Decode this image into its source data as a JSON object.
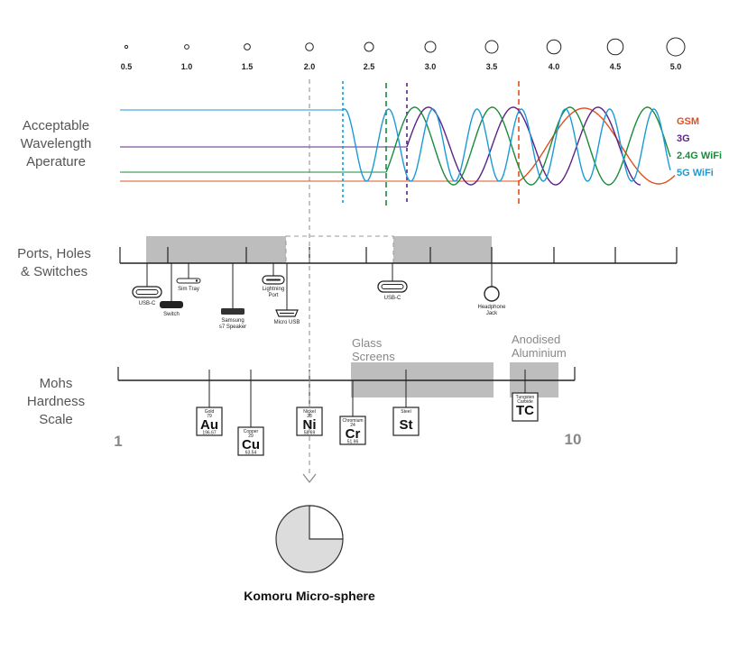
{
  "scale": {
    "values": [
      "0.5",
      "1.0",
      "1.5",
      "2.0",
      "2.5",
      "3.0",
      "3.5",
      "4.0",
      "4.5",
      "5.0"
    ]
  },
  "wavelength": {
    "label_lines": [
      "Acceptable",
      "Wavelength",
      "Aperature"
    ],
    "legend": [
      {
        "name": "GSM",
        "color": "#e0501e"
      },
      {
        "name": "3G",
        "color": "#5b2486"
      },
      {
        "name": "2.4G WiFi",
        "color": "#1a8a3c"
      },
      {
        "name": "5G WiFi",
        "color": "#1a9ad6"
      }
    ]
  },
  "ports": {
    "label_lines": [
      "Ports, Holes",
      "& Switches"
    ],
    "items": [
      {
        "name": "usb-c-left",
        "lines": [
          "USB-C"
        ]
      },
      {
        "name": "switch",
        "lines": [
          "Switch"
        ]
      },
      {
        "name": "sim-tray",
        "lines": [
          "Sim Tray"
        ]
      },
      {
        "name": "samsung-speaker",
        "lines": [
          "Samsung",
          "s7 Speaker"
        ]
      },
      {
        "name": "lightning-port",
        "lines": [
          "Lightning",
          "Port"
        ]
      },
      {
        "name": "micro-usb",
        "lines": [
          "Micro USB"
        ]
      },
      {
        "name": "usb-c-right",
        "lines": [
          "USB-C"
        ]
      },
      {
        "name": "headphone-jack",
        "lines": [
          "Headphone",
          "Jack"
        ]
      }
    ]
  },
  "mohs": {
    "label_lines": [
      "Mohs",
      "Hardness",
      "Scale"
    ],
    "start": "1",
    "end": "10",
    "zones": [
      {
        "lines": [
          "Glass",
          "Screens"
        ]
      },
      {
        "lines": [
          "Anodised",
          "Aluminium"
        ]
      }
    ],
    "elements": [
      {
        "name": "gold",
        "label": "Gold",
        "num": "79",
        "sym": "Au",
        "mass": "196.67"
      },
      {
        "name": "copper",
        "label": "Copper",
        "num": "29",
        "sym": "Cu",
        "mass": "63.54"
      },
      {
        "name": "nickel",
        "label": "Nickel",
        "num": "28",
        "sym": "Ni",
        "mass": "58.69"
      },
      {
        "name": "chromium",
        "label": "Chromium",
        "num": "24",
        "sym": "Cr",
        "mass": "51.96"
      },
      {
        "name": "steel",
        "label": "Steel",
        "num": "",
        "sym": "St",
        "mass": ""
      },
      {
        "name": "tungsten-carbide",
        "label": "Tungsten",
        "label2": "Carbide",
        "num": "",
        "sym": "TC",
        "mass": ""
      }
    ]
  },
  "sphere": {
    "title": "Komoru Micro-sphere"
  }
}
